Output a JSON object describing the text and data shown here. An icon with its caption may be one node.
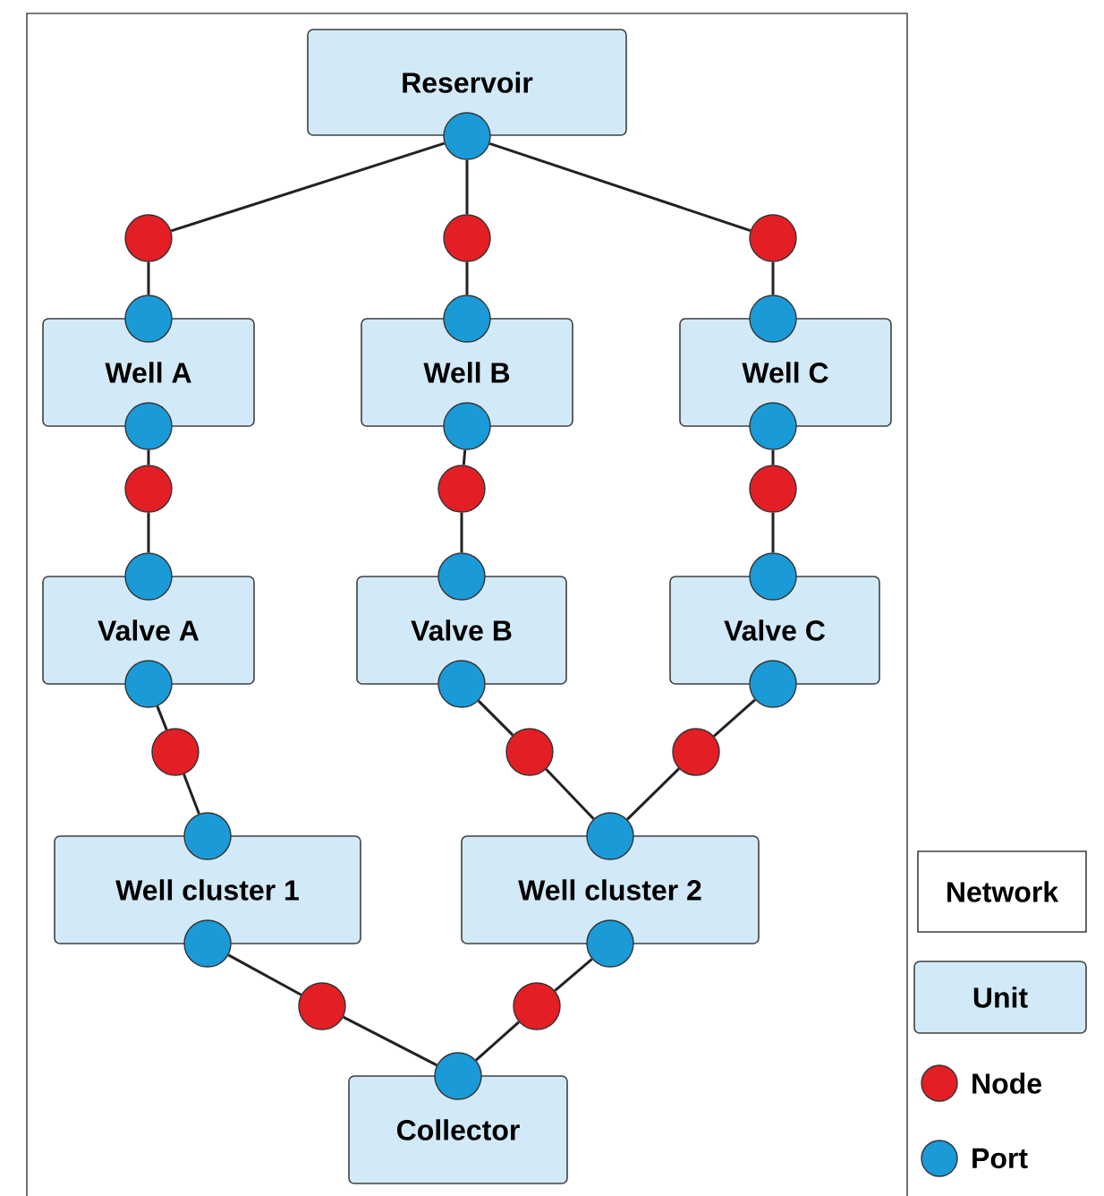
{
  "diagram": {
    "nodes": [
      {
        "text": [],
        "shape": "box"
      },
      {
        "text": [
          "Reservoir"
        ],
        "in": 0
      },
      {
        "text": [],
        "shape": "circle",
        "in": 0
      },
      {
        "text": [],
        "shape": "circle",
        "in": 0
      },
      {
        "text": [],
        "shape": "circle",
        "in": 0
      },
      {
        "text": [],
        "shape": "circle",
        "in": 0
      },
      {
        "text": [
          "Well A"
        ],
        "in": 0
      },
      {
        "text": [
          "Well B"
        ],
        "in": 0
      },
      {
        "text": [
          "Well C"
        ],
        "in": 0
      },
      {
        "text": [],
        "shape": "circle",
        "in": 0
      },
      {
        "text": [],
        "shape": "circle",
        "in": 0
      },
      {
        "text": [],
        "shape": "circle",
        "in": 0
      },
      {
        "text": [],
        "shape": "circle",
        "in": 0
      },
      {
        "text": [],
        "shape": "circle",
        "in": 0
      },
      {
        "text": [],
        "shape": "circle",
        "in": 0
      },
      {
        "text": [],
        "shape": "circle",
        "in": 0
      },
      {
        "text": [],
        "shape": "circle",
        "in": 0
      },
      {
        "text": [],
        "shape": "circle",
        "in": 0
      },
      {
        "text": [
          "Valve A"
        ],
        "in": 0
      },
      {
        "text": [
          "Valve B"
        ],
        "in": 0
      },
      {
        "text": [
          "Valve C"
        ],
        "in": 0
      },
      {
        "text": [],
        "shape": "circle",
        "in": 0
      },
      {
        "text": [],
        "shape": "circle",
        "in": 0
      },
      {
        "text": [],
        "shape": "circle",
        "in": 0
      },
      {
        "text": [],
        "shape": "circle",
        "in": 0
      },
      {
        "text": [],
        "shape": "circle",
        "in": 0
      },
      {
        "text": [],
        "shape": "circle",
        "in": 0
      },
      {
        "text": [],
        "shape": "circle",
        "in": 0
      },
      {
        "text": [],
        "shape": "circle",
        "in": 0
      },
      {
        "text": [],
        "shape": "circle",
        "in": 0
      },
      {
        "text": [
          "Well cluster 1"
        ],
        "in": 0
      },
      {
        "text": [
          "Well cluster 2"
        ],
        "in": 0
      },
      {
        "text": [],
        "shape": "circle",
        "in": 0
      },
      {
        "text": [],
        "shape": "circle",
        "in": 0
      },
      {
        "text": [],
        "shape": "circle",
        "in": 0
      },
      {
        "text": [],
        "shape": "circle",
        "in": 0
      },
      {
        "text": [],
        "shape": "circle",
        "in": 0
      },
      {
        "text": [],
        "shape": "circle",
        "in": 0
      },
      {
        "text": [
          "Collector"
        ],
        "in": 0
      },
      {
        "text": [],
        "shape": "circle",
        "in": 0
      }
    ],
    "edges": [
      {
        "from": 2,
        "to": 3,
        "arrow": "none"
      },
      {
        "from": 2,
        "to": 4,
        "arrow": "none"
      },
      {
        "from": 2,
        "to": 5,
        "arrow": "none"
      },
      {
        "from": 3,
        "to": 9,
        "arrow": "none"
      },
      {
        "from": 4,
        "to": 10,
        "arrow": "none"
      },
      {
        "from": 5,
        "to": 11,
        "arrow": "none"
      },
      {
        "from": 12,
        "to": 15,
        "arrow": "none"
      },
      {
        "from": 13,
        "to": 16,
        "arrow": "none"
      },
      {
        "from": 14,
        "to": 17,
        "arrow": "none"
      },
      {
        "from": 15,
        "to": 21,
        "arrow": "none"
      },
      {
        "from": 16,
        "to": 22,
        "arrow": "none"
      },
      {
        "from": 17,
        "to": 23,
        "arrow": "none"
      },
      {
        "from": 24,
        "to": 27,
        "arrow": "none"
      },
      {
        "from": 27,
        "to": 32,
        "arrow": "none"
      },
      {
        "from": 25,
        "to": 28,
        "arrow": "none"
      },
      {
        "from": 28,
        "to": 33,
        "arrow": "none"
      },
      {
        "from": 26,
        "to": 29,
        "arrow": "none"
      },
      {
        "from": 29,
        "to": 33,
        "arrow": "none"
      },
      {
        "from": 34,
        "to": 36,
        "arrow": "none"
      },
      {
        "from": 36,
        "to": 39,
        "arrow": "none"
      },
      {
        "from": 35,
        "to": 37,
        "arrow": "none"
      },
      {
        "from": 37,
        "to": 39,
        "arrow": "none"
      }
    ],
    "legend": [
      {
        "text": "Network"
      },
      {
        "text": "Unit"
      },
      {
        "text": "Node",
        "color": "#e31e24"
      },
      {
        "text": "Port",
        "color": "#1a9ad6"
      }
    ]
  }
}
